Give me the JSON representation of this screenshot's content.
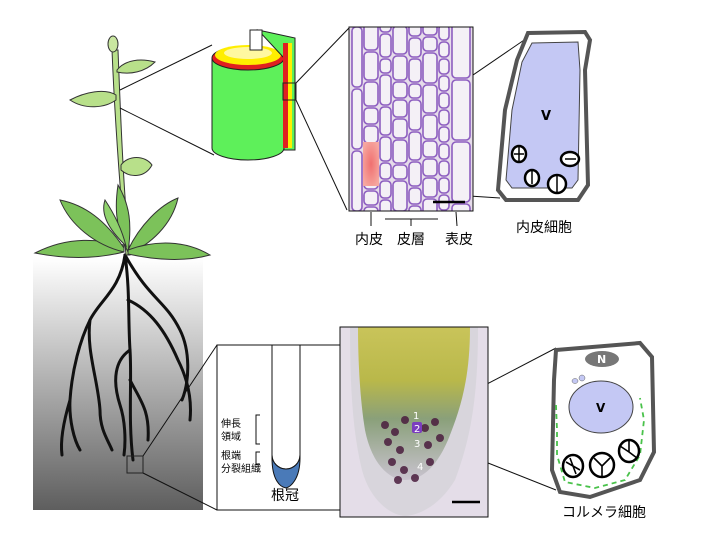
{
  "upper": {
    "tissue_labels": {
      "endodermis": "内皮",
      "cortex": "皮層",
      "epidermis": "表皮"
    },
    "endodermis_cell_title": "内皮細胞",
    "vacuole_label": "V"
  },
  "lower": {
    "zone_labels": {
      "elongation": [
        "伸長",
        "領域"
      ],
      "meristem": [
        "根端",
        "分裂組織"
      ]
    },
    "root_cap_label": "根冠",
    "columella_layers": [
      "1",
      "2",
      "3",
      "4"
    ],
    "columella_cell_title": "コルメラ細胞",
    "nucleus_label": "N",
    "vacuole_label": "V"
  },
  "colors": {
    "stem_green": "#b8e08a",
    "leaf_green": "#7cc25a",
    "cylinder_green": "#5ef05a",
    "cylinder_yellow": "#ffee00",
    "cylinder_red": "#e02020",
    "vacuole_blue": "#c4c8f4",
    "root_cap_blue": "#4a7ab8",
    "amyloplast_ring": "#2a2a2a",
    "er_green": "#49c24a"
  }
}
